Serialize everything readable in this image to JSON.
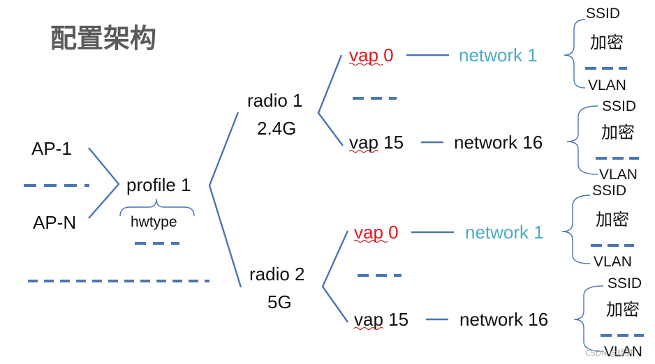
{
  "title": "配置架构",
  "colors": {
    "line": "#4a76b2",
    "red": "#e0181b",
    "teal": "#4bacc6",
    "text": "#111111",
    "title": "#5b5b5b"
  },
  "aps": {
    "first": "AP-1",
    "last": "AP-N"
  },
  "profile": {
    "label": "profile 1",
    "hwtype": "hwtype"
  },
  "radio1": {
    "name": "radio 1",
    "band": "2.4G"
  },
  "radio2": {
    "name": "radio 2",
    "band": "5G"
  },
  "vap_first": "vap 0",
  "vap_last": "vap 15",
  "network_first": "network 1",
  "network_last": "network 16",
  "net_fields": {
    "ssid": "SSID",
    "encryption": "加密",
    "vlan": "VLAN"
  },
  "watermark": "CSDN @晴朗"
}
